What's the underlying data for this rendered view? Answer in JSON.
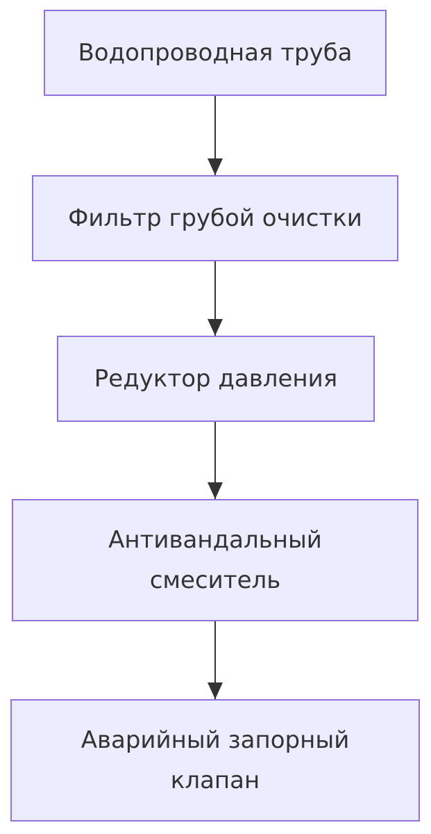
{
  "diagram": {
    "type": "flowchart",
    "direction": "top-down",
    "colors": {
      "background": "#ffffff",
      "node_fill": "#ECECFF",
      "node_border": "#9370DB",
      "node_text": "#333333",
      "edge_color": "#333333"
    },
    "nodes": [
      {
        "id": "node-1",
        "label": "Водопроводная труба",
        "lines": [
          "Водопроводная труба"
        ]
      },
      {
        "id": "node-2",
        "label": "Фильтр грубой очистки",
        "lines": [
          "Фильтр грубой очистки"
        ]
      },
      {
        "id": "node-3",
        "label": "Редуктор давления",
        "lines": [
          "Редуктор давления"
        ]
      },
      {
        "id": "node-4",
        "label": "Антивандальный смеситель",
        "lines": [
          "Антивандальный",
          "смеситель"
        ]
      },
      {
        "id": "node-5",
        "label": "Аварийный запорный клапан",
        "lines": [
          "Аварийный запорный",
          "клапан"
        ]
      }
    ],
    "edges": [
      {
        "from": "node-1",
        "to": "node-2",
        "arrow": "down"
      },
      {
        "from": "node-2",
        "to": "node-3",
        "arrow": "down"
      },
      {
        "from": "node-3",
        "to": "node-4",
        "arrow": "down"
      },
      {
        "from": "node-4",
        "to": "node-5",
        "arrow": "down"
      }
    ]
  }
}
